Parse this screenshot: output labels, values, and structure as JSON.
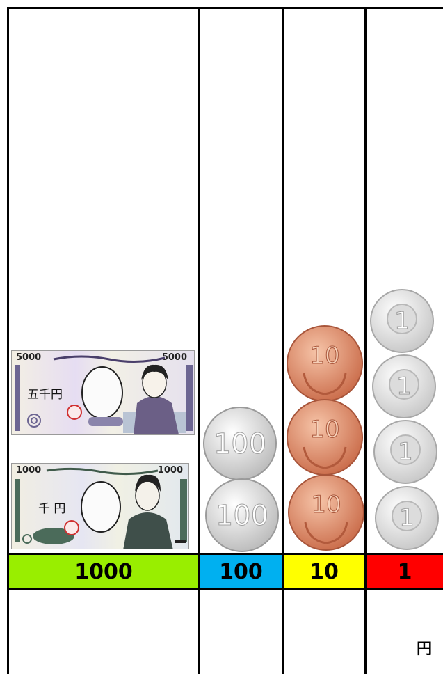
{
  "headers": [
    {
      "label": "1000",
      "color": "#99ee00"
    },
    {
      "label": "100",
      "color": "#00b0f0"
    },
    {
      "label": "10",
      "color": "#ffff00"
    },
    {
      "label": "1",
      "color": "#ff0000"
    }
  ],
  "bills": [
    {
      "corner": "5000",
      "kanji": "五千円"
    },
    {
      "corner": "1000",
      "kanji": "千 円"
    }
  ],
  "coins": {
    "c100": {
      "value": "100",
      "count": 2
    },
    "c10": {
      "value": "10",
      "count": 3
    },
    "c1": {
      "value": "1",
      "count": 4
    }
  },
  "unit_label": "円"
}
